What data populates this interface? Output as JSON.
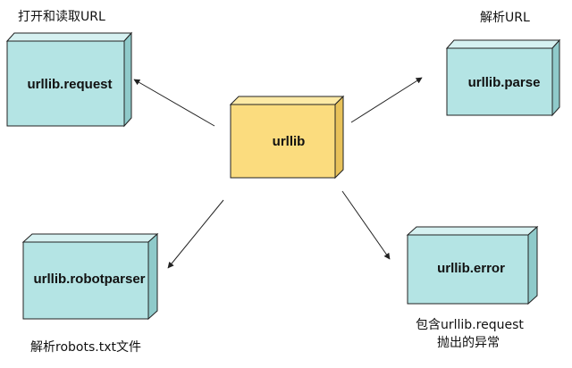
{
  "center": {
    "label": "urllib",
    "fill": "#fbdc7e",
    "side_fill": "#e8c25a"
  },
  "modules": {
    "request": {
      "label": "urllib.request",
      "caption": "打开和读取URL"
    },
    "parse": {
      "label": "urllib.parse",
      "caption": "解析URL"
    },
    "robotparser": {
      "label": "urllib.robotparser",
      "caption": "解析robots.txt文件"
    },
    "error": {
      "label": "urllib.error",
      "caption_line1": "包含urllib.request",
      "caption_line2": "抛出的异常"
    }
  },
  "colors": {
    "module_fill": "#b4e4e4",
    "module_side": "#8fcaca",
    "stroke": "#222222",
    "arrow": "#222222"
  }
}
